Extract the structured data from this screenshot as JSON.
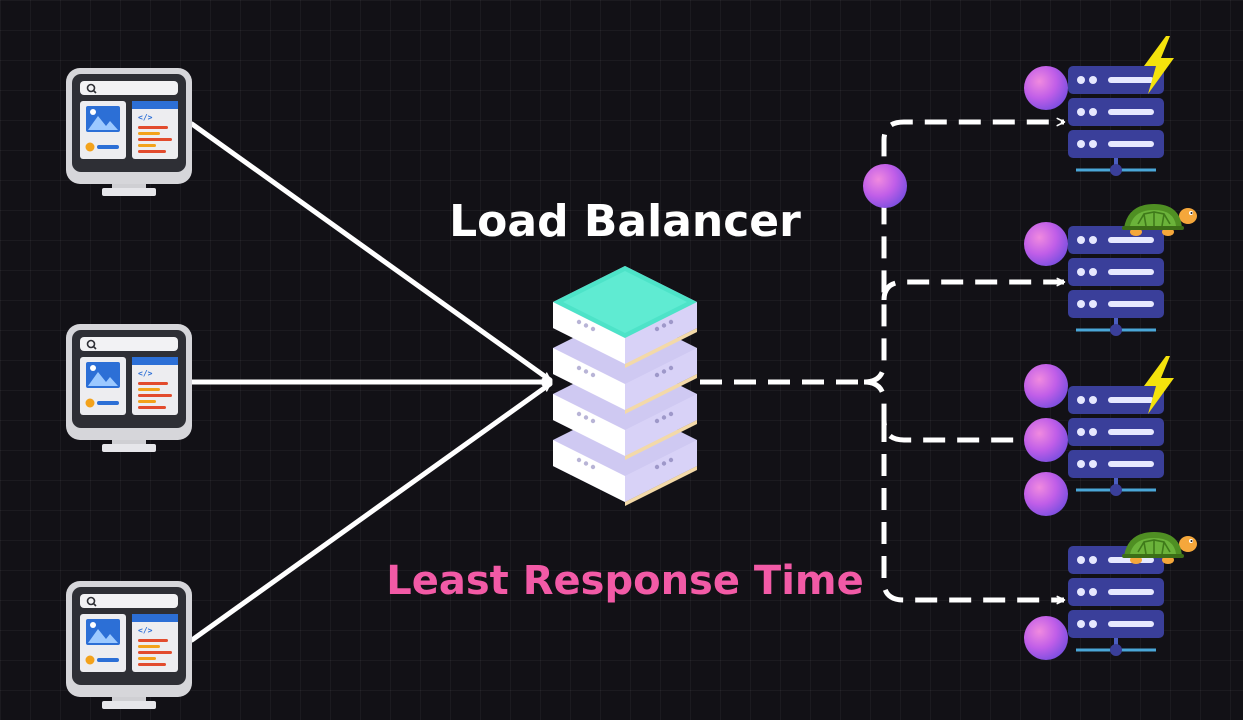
{
  "title": "Load Balancer",
  "algorithm_label": "Least Response Time",
  "clients": [
    {
      "icon": "browser-monitor-icon"
    },
    {
      "icon": "browser-monitor-icon"
    },
    {
      "icon": "browser-monitor-icon"
    }
  ],
  "servers": [
    {
      "icon": "server-stack-icon",
      "speed": "fast",
      "speed_icon": "lightning-icon",
      "active_requests": 1
    },
    {
      "icon": "server-stack-icon",
      "speed": "slow",
      "speed_icon": "turtle-icon",
      "active_requests": 1
    },
    {
      "icon": "server-stack-icon",
      "speed": "fast",
      "speed_icon": "lightning-icon",
      "active_requests": 3
    },
    {
      "icon": "server-stack-icon",
      "speed": "slow",
      "speed_icon": "turtle-icon",
      "active_requests": 1
    }
  ],
  "in_flight_requests": 1,
  "colors": {
    "background": "#121116",
    "line": "#ffffff",
    "request_dot": "#c060e6",
    "server_body": "#3a3f9a",
    "lb_top": "#4de3c8",
    "lb_layer": "#d9d6f5",
    "algorithm_text": "#f25aa6",
    "lightning": "#f4e20c",
    "turtle_shell": "#5aa02c"
  }
}
